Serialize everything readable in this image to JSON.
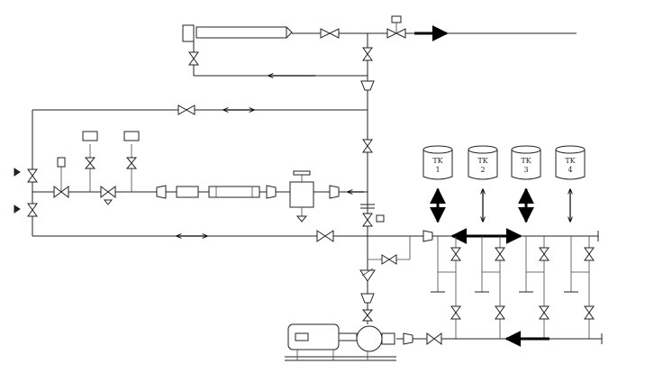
{
  "tanks": [
    {
      "label": "TK",
      "number": "1"
    },
    {
      "label": "TK",
      "number": "2"
    },
    {
      "label": "TK",
      "number": "3"
    },
    {
      "label": "TK",
      "number": "4"
    }
  ]
}
